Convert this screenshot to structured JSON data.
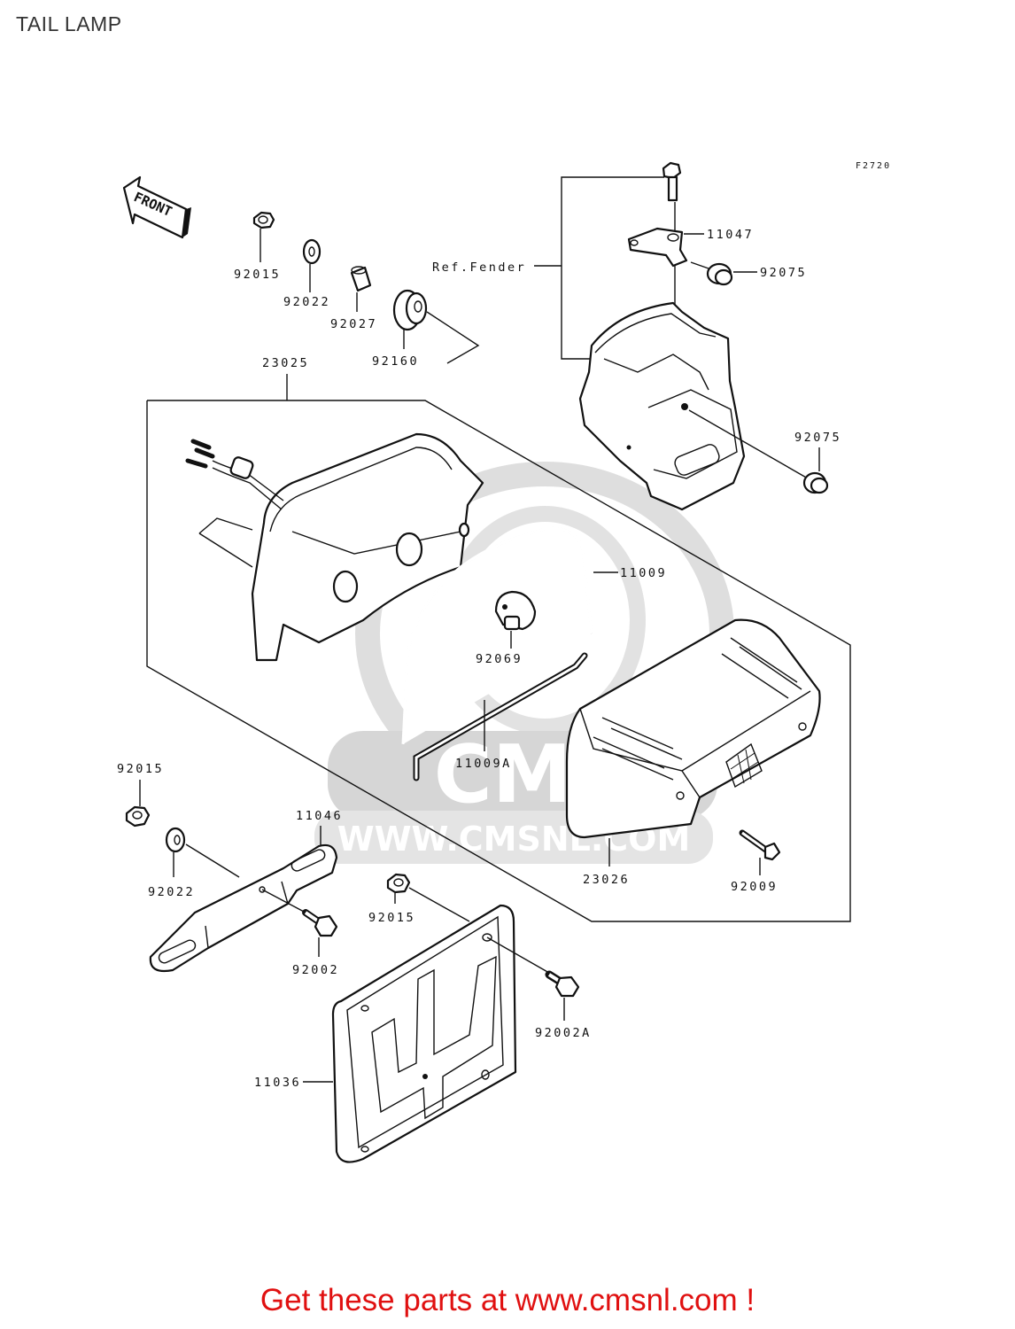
{
  "title": "TAIL LAMP",
  "figure_code": "F2720",
  "direction_marker": "FRONT",
  "reference_label": "Ref.Fender",
  "watermark": {
    "logo_text": "CMS",
    "url_text": "WWW.CMSNL.COM"
  },
  "callouts": {
    "p92015_top": "92015",
    "p92022_top": "92022",
    "p92027": "92027",
    "p92160": "92160",
    "p23025": "23025",
    "p11047": "11047",
    "p92075_top": "92075",
    "p92075_mid": "92075",
    "p11009": "11009",
    "p92069": "92069",
    "p11009a": "11009A",
    "p23026": "23026",
    "p92009": "92009",
    "p92015_left": "92015",
    "p11046": "11046",
    "p92022_left": "92022",
    "p92002": "92002",
    "p92015_mid": "92015",
    "p92002a": "92002A",
    "p11036": "11036"
  },
  "promo_text": "Get these parts at www.cmsnl.com !"
}
